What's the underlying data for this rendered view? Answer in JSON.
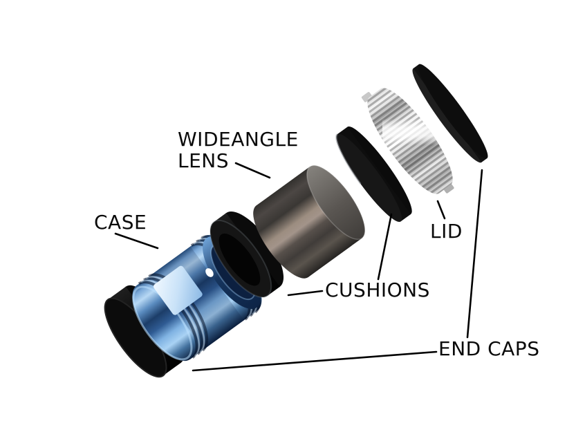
{
  "diagram": {
    "type": "exploded-view-illustration",
    "subject": "wideangle lens camera housing assembly",
    "background_color": "#ffffff",
    "labels": {
      "wideangle_line1": "WIDEANGLE",
      "wideangle_line2": "LENS",
      "case": "CASE",
      "cushions": "CUSHIONS",
      "lid": "LID",
      "end_caps": "END CAPS"
    },
    "parts": [
      {
        "name": "end-cap-rear",
        "label": "END CAPS",
        "color": "#0d0d0d"
      },
      {
        "name": "case",
        "label": "CASE",
        "color": "#4a7fb8"
      },
      {
        "name": "cushion-front",
        "label": "CUSHIONS",
        "color": "#0d0d0d"
      },
      {
        "name": "wideangle-lens",
        "label": "WIDEANGLE LENS",
        "color": "#8d7f74"
      },
      {
        "name": "cushion-rear",
        "label": "CUSHIONS",
        "color": "#0d0d0d"
      },
      {
        "name": "lid",
        "label": "LID",
        "color": "#d9d9d9"
      },
      {
        "name": "end-cap-front",
        "label": "END CAPS",
        "color": "#111111"
      }
    ],
    "colors": {
      "label_text": "#0a0a0a",
      "leader_line": "#000000",
      "case_blue_dark": "#0b1f3d",
      "case_blue_light": "#b7d8f4",
      "lens_gray": "#9c8d80",
      "chrome": "#f5f5f5",
      "rubber_black": "#0d0d0d"
    }
  }
}
